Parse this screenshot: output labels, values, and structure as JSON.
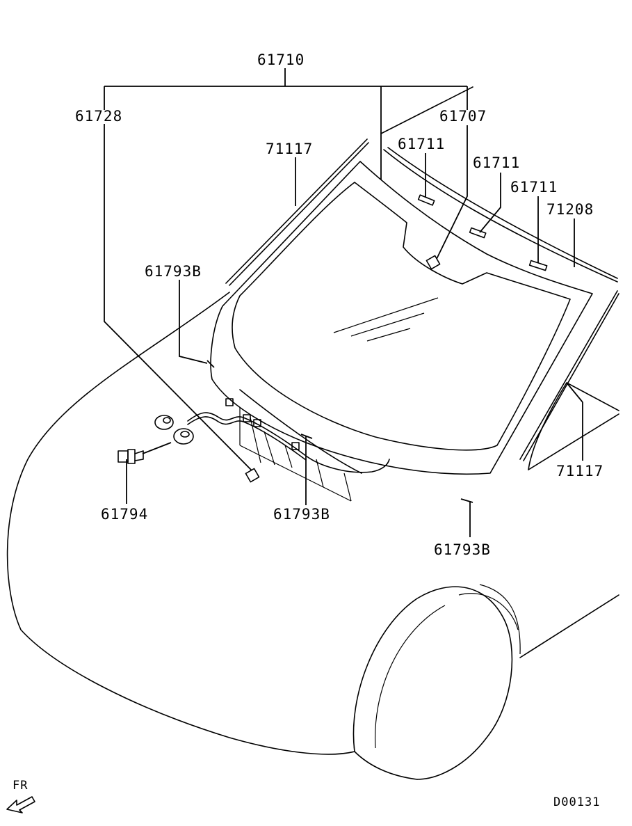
{
  "diagram": {
    "labels": {
      "assembly": "61710",
      "p61728": "61728",
      "p61707": "61707",
      "p71117_top": "71117",
      "p61711_a": "61711",
      "p61711_b": "61711",
      "p61711_c": "61711",
      "p71208": "71208",
      "p61793b_left": "61793B",
      "p61794": "61794",
      "p61793b_center": "61793B",
      "p71117_right": "71117",
      "p61793b_right": "61793B"
    },
    "front_marker": "FR",
    "drawing_code": "D00131"
  }
}
